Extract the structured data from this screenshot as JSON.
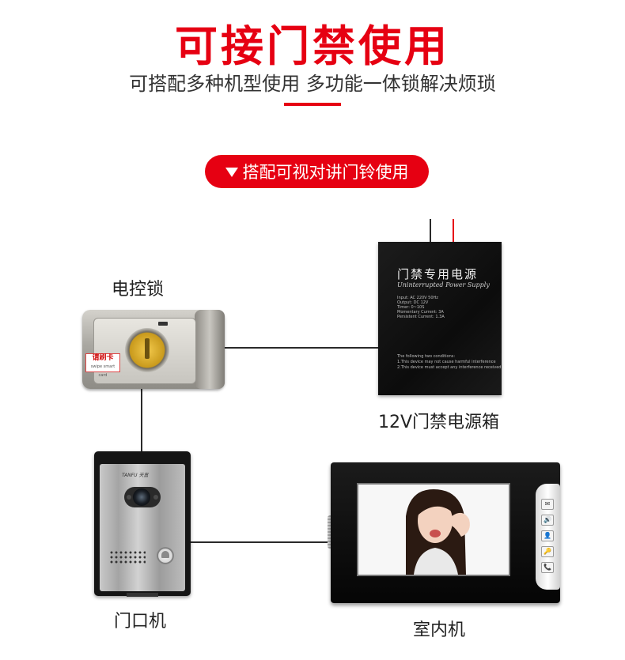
{
  "header": {
    "title": "可接门禁使用",
    "subtitle": "可搭配多种机型使用 多功能一体锁解决烦琐",
    "pill_label": "搭配可视对讲门铃使用"
  },
  "labels": {
    "lock": "电控锁",
    "power_box": "12V门禁电源箱",
    "door_unit": "门口机",
    "indoor_unit": "室内机"
  },
  "power_box": {
    "title_cn": "门禁专用电源",
    "title_en": "Uninterrupted Power Supply",
    "specs": [
      "Input:      AC 220V  50Hz",
      "Output:     DC 12V",
      "Timer:      0~10S",
      "Momentary Current: 3A",
      "Persistent Current: 1.3A"
    ],
    "notes": [
      "The following two conditions:",
      "1.This device may not cause harmful interference",
      "2.This device must accept any interference received"
    ]
  },
  "lock": {
    "sticker_cn": "请刷卡",
    "sticker_en": "swipe smart card"
  },
  "door_unit": {
    "brand": "TANFU 天富"
  },
  "monitor": {
    "buttons": [
      "✉",
      "🔊",
      "👤",
      "🔑",
      "📞"
    ]
  },
  "colors": {
    "accent": "#e60012"
  }
}
